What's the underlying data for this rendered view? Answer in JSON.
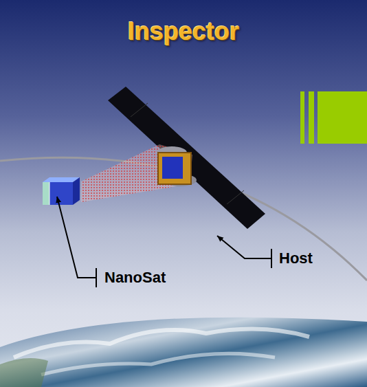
{
  "diagram": {
    "title": "Inspector",
    "labels": [
      "Host",
      "NanoSat"
    ]
  }
}
